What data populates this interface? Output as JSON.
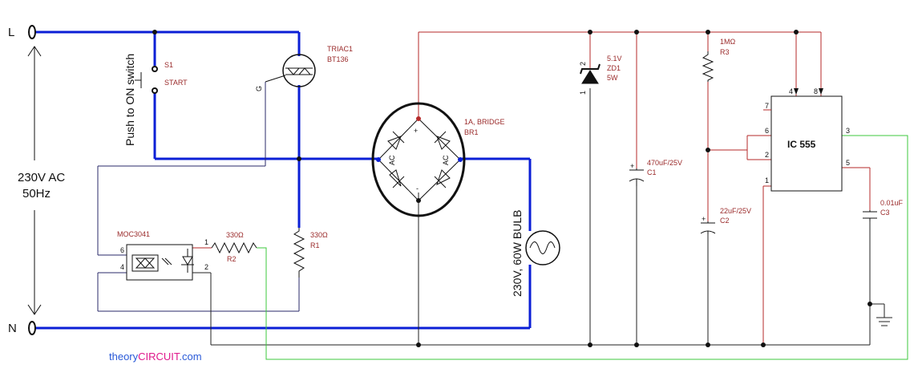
{
  "colors": {
    "mains_wire": "#0b1fd6",
    "dc_wire": "#b52a2a",
    "ground_wire": "#222222",
    "signal_wire": "#3cc83c",
    "label_red": "#9a2a2a",
    "brand_blue": "#2a5ad8",
    "brand_pink": "#e0188c"
  },
  "mains": {
    "line_label": "L",
    "neutral_label": "N",
    "voltage_label": "230V AC",
    "frequency_label": "50Hz"
  },
  "switch": {
    "caption": "Push to ON switch",
    "ref": "S1",
    "name": "START"
  },
  "triac": {
    "ref": "TRIAC1",
    "part": "BT136",
    "gate_pin": "G"
  },
  "optocoupler": {
    "part": "MOC3041",
    "pins": [
      "6",
      "4",
      "1",
      "2"
    ]
  },
  "resistors": {
    "r1": {
      "value": "330Ω",
      "ref": "R1"
    },
    "r2": {
      "value": "330Ω",
      "ref": "R2"
    },
    "r3": {
      "value": "1MΩ",
      "ref": "R3"
    }
  },
  "bridge": {
    "value": "1A, BRIDGE",
    "ref": "BR1",
    "plus": "+",
    "minus": "-",
    "ac": "AC"
  },
  "bulb": {
    "label": "230V, 60W BULB"
  },
  "zener": {
    "voltage": "5.1V",
    "ref": "ZD1",
    "power": "5W",
    "pin1": "1",
    "pin2": "2"
  },
  "capacitors": {
    "c1": {
      "value": "470uF/25V",
      "ref": "C1"
    },
    "c2": {
      "value": "22uF/25V",
      "ref": "C2"
    },
    "c3": {
      "value": "0.01uF",
      "ref": "C3"
    }
  },
  "ic": {
    "name": "IC 555",
    "pins": {
      "p4": "4",
      "p8": "8",
      "p7": "7",
      "p6": "6",
      "p2": "2",
      "p1": "1",
      "p3": "3",
      "p5": "5"
    }
  },
  "brand": {
    "part1": "theory",
    "part2": "CIRCUIT",
    "part3": ".com"
  }
}
